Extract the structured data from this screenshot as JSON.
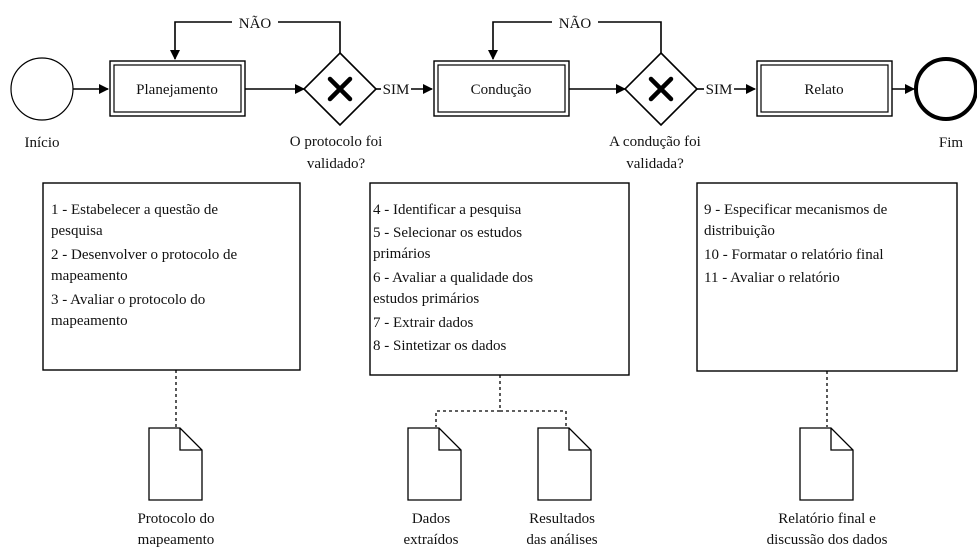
{
  "events": {
    "start_label": "Início",
    "end_label": "Fim"
  },
  "tasks": [
    {
      "label": "Planejamento"
    },
    {
      "label": "Condução"
    },
    {
      "label": "Relato"
    }
  ],
  "gateways": [
    {
      "question_lines": [
        "O protocolo foi",
        "validado?"
      ],
      "yes_label": "SIM",
      "no_label": "NÃO"
    },
    {
      "question_lines": [
        "A condução foi",
        "validada?"
      ],
      "yes_label": "SIM",
      "no_label": "NÃO"
    }
  ],
  "notes": [
    {
      "lines": [
        "1 - Estabelecer a questão de",
        "pesquisa",
        "2 - Desenvolver o protocolo de",
        "mapeamento",
        "3 - Avaliar o protocolo do",
        "mapeamento"
      ]
    },
    {
      "lines": [
        "4 - Identificar a pesquisa",
        "5 - Selecionar os estudos",
        "primários",
        "6 - Avaliar a qualidade dos",
        "estudos primários",
        "7 - Extrair dados",
        "8 - Sintetizar os dados"
      ]
    },
    {
      "lines": [
        "9 - Especificar mecanismos de",
        "distribuição",
        "10 - Formatar o relatório final",
        "11 - Avaliar o relatório"
      ]
    }
  ],
  "documents": [
    {
      "lines": [
        "Protocolo do",
        "mapeamento"
      ]
    },
    {
      "lines": [
        "Dados",
        "extraídos"
      ]
    },
    {
      "lines": [
        "Resultados",
        "das análises"
      ]
    },
    {
      "lines": [
        "Relatório final e",
        "discussão dos dados"
      ]
    }
  ]
}
